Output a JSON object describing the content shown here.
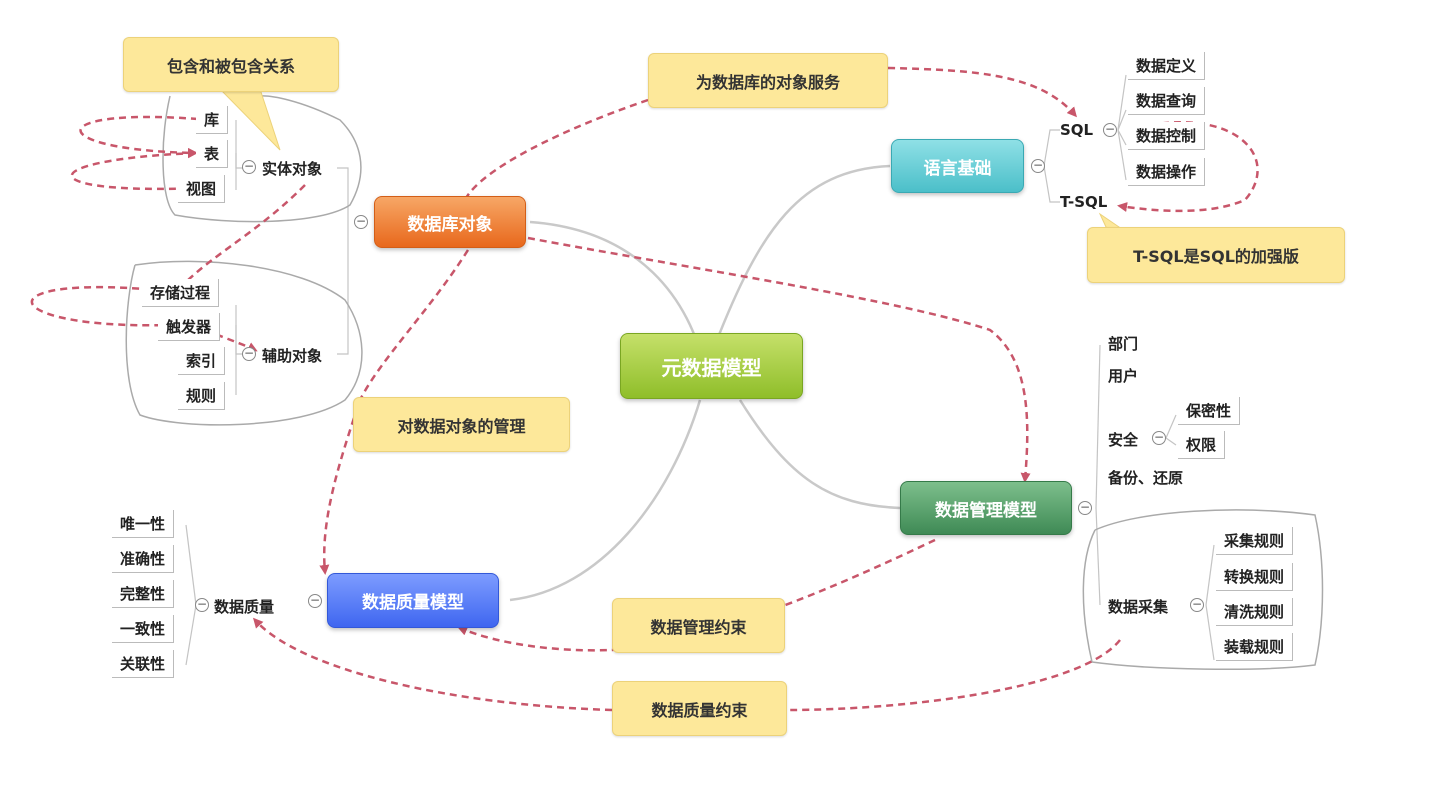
{
  "central": "元数据模型",
  "branches": {
    "db_objects": {
      "label": "数据库对象",
      "entity": {
        "label": "实体对象",
        "items": [
          "库",
          "表",
          "视图"
        ]
      },
      "auxiliary": {
        "label": "辅助对象",
        "items": [
          "存储过程",
          "触发器",
          "索引",
          "规则"
        ]
      }
    },
    "language": {
      "label": "语言基础",
      "sql": {
        "label": "SQL",
        "items": [
          "数据定义",
          "数据查询",
          "数据控制",
          "数据操作"
        ]
      },
      "tsql": {
        "label": "T-SQL"
      }
    },
    "management": {
      "label": "数据管理模型",
      "items": [
        "部门",
        "用户",
        "备份、还原"
      ],
      "security": {
        "label": "安全",
        "items": [
          "保密性",
          "权限"
        ]
      },
      "collection": {
        "label": "数据采集",
        "items": [
          "采集规则",
          "转换规则",
          "清洗规则",
          "装载规则"
        ]
      }
    },
    "quality": {
      "label": "数据质量模型",
      "quality": {
        "label": "数据质量",
        "items": [
          "唯一性",
          "准确性",
          "完整性",
          "一致性",
          "关联性"
        ]
      }
    }
  },
  "notes": {
    "contain": "包含和被包含关系",
    "serve": "为数据库的对象服务",
    "tsql_note": "T-SQL是SQL的加强版",
    "manage_objects": "对数据对象的管理",
    "mgmt_constraint": "数据管理约束",
    "quality_constraint": "数据质量约束"
  },
  "colors": {
    "dashed_link": "#c8566a",
    "gray_link": "#c8c8c8",
    "central": "#8fbe2a",
    "db_objects": "#e8681c",
    "language": "#4bbfc9",
    "management": "#3f8a55",
    "quality": "#3f66f0",
    "note": "#fde89a"
  }
}
